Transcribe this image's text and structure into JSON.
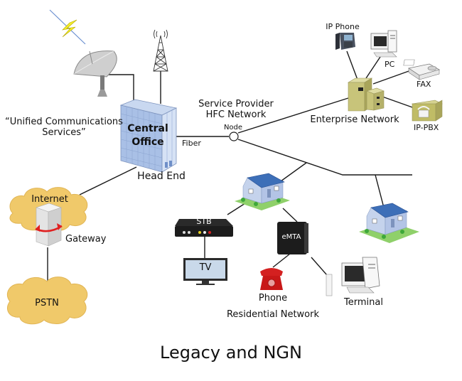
{
  "caption": "Legacy and NGN",
  "labels": {
    "unified_line1": "“Unified Communications",
    "unified_line2": "Services”",
    "central_office_line1": "Central",
    "central_office_line2": "Office",
    "head_end": "Head End",
    "fiber": "Fiber",
    "service_provider_line1": "Service Provider",
    "service_provider_line2": "HFC Network",
    "node": "Node",
    "internet": "Internet",
    "gateway": "Gateway",
    "pstn": "PSTN",
    "ip_phone": "IP Phone",
    "pc": "PC",
    "fax": "FAX",
    "ip_pbx": "IP-PBX",
    "enterprise_network": "Enterprise Network",
    "stb": "STB",
    "tv": "TV",
    "emta": "eMTA",
    "phone": "Phone",
    "terminal": "Terminal",
    "residential_network": "Residential Network"
  },
  "colors": {
    "line": "#1a1a1a",
    "building": "#9bb5e0",
    "cloud": "#f0c96a",
    "enterprise": "#c8c47a",
    "roof": "#3d6fb8",
    "house_wall": "#c5d3ec",
    "grass": "#8fd06a",
    "phone_red": "#d42020",
    "device_black": "#1c1c1c"
  }
}
